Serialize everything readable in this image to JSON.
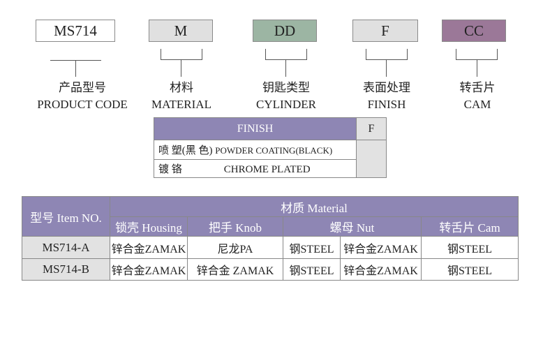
{
  "codes": [
    {
      "value": "MS714",
      "color": "#ffffff",
      "zh": "产品型号",
      "en": "PRODUCT CODE"
    },
    {
      "value": "M",
      "color": "#e0e0e0",
      "zh": "材料",
      "en": "MATERIAL"
    },
    {
      "value": "DD",
      "color": "#9cb5a3",
      "zh": "钥匙类型",
      "en": "CYLINDER"
    },
    {
      "value": "F",
      "color": "#e0e0e0",
      "zh": "表面处理",
      "en": "FINISH"
    },
    {
      "value": "CC",
      "color": "#9b7898",
      "zh": "转舌片",
      "en": "CAM"
    }
  ],
  "finish": {
    "header": "FINISH",
    "code": "F",
    "rows": [
      {
        "zh": "喷 塑(黑 色)",
        "en": "POWDER COATING(BLACK)"
      },
      {
        "zh": "镀 铬",
        "en": "CHROME PLATED"
      }
    ]
  },
  "material": {
    "item_header": "型号 Item NO.",
    "material_header": "材质 Material",
    "columns": [
      "锁壳 Housing",
      "把手 Knob",
      "螺母 Nut",
      "转舌片 Cam"
    ],
    "rows": [
      {
        "item": "MS714-A",
        "housing": "锌合金ZAMAK",
        "knob": "尼龙PA",
        "nut1": "钢STEEL",
        "nut2": "锌合金ZAMAK",
        "cam": "钢STEEL"
      },
      {
        "item": "MS714-B",
        "housing": "锌合金ZAMAK",
        "knob": "锌合金 ZAMAK",
        "nut1": "钢STEEL",
        "nut2": "锌合金ZAMAK",
        "cam": "钢STEEL"
      }
    ]
  }
}
